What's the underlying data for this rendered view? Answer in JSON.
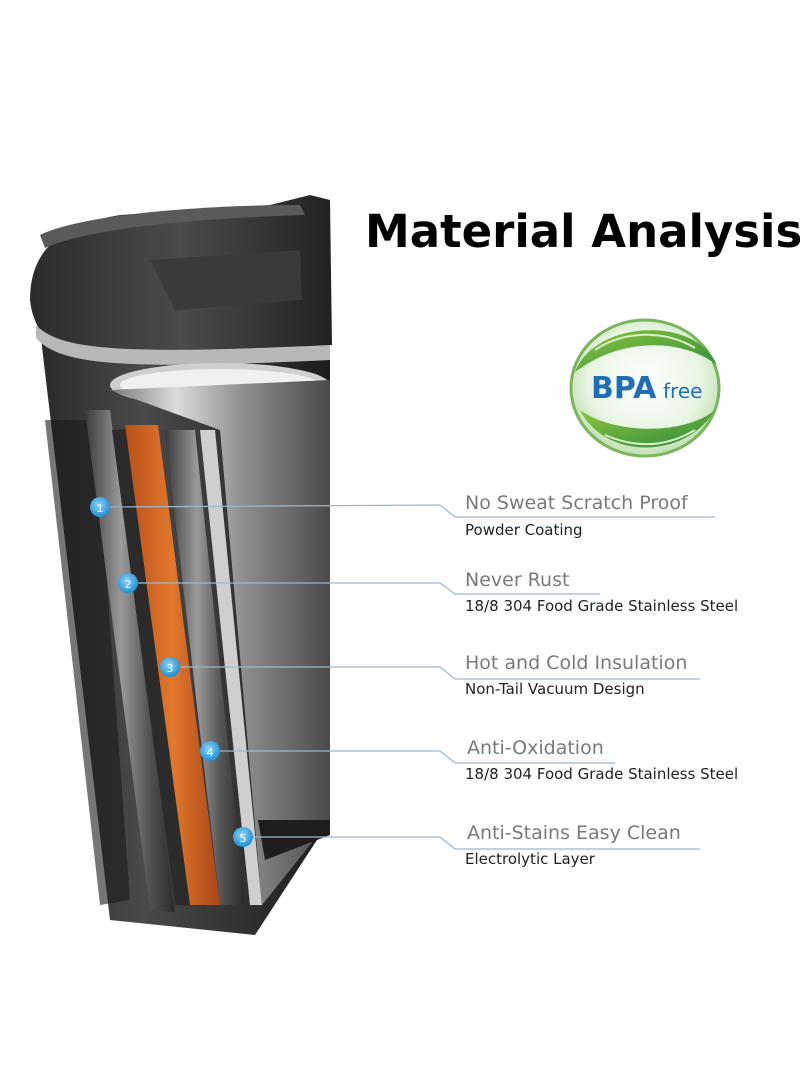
{
  "title": "Material Analysis",
  "badge": {
    "main": "BPA",
    "small": "free",
    "color": "#2f8a3c",
    "text_color": "#1e6fb5"
  },
  "accent_color": "#2ea3df",
  "features": [
    {
      "number": "1",
      "title": "No Sweat Scratch Proof",
      "subtitle": "Powder Coating"
    },
    {
      "number": "2",
      "title": "Never Rust",
      "subtitle": "18/8 304 Food Grade Stainless Steel"
    },
    {
      "number": "3",
      "title": "Hot and Cold Insulation",
      "subtitle": "Non-Tail Vacuum Design"
    },
    {
      "number": "4",
      "title": "Anti-Oxidation",
      "subtitle": "18/8 304 Food Grade Stainless Steel"
    },
    {
      "number": "5",
      "title": "Anti-Stains Easy Clean",
      "subtitle": "Electrolytic Layer"
    }
  ]
}
